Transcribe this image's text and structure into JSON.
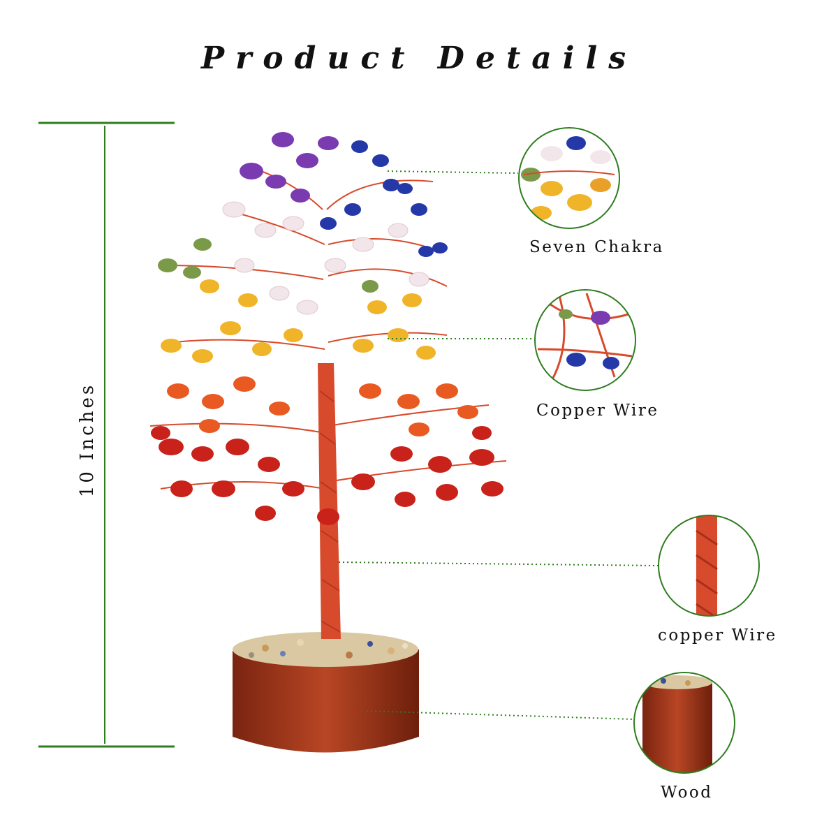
{
  "title": "Product Details",
  "dimension": {
    "label": "10 Inches"
  },
  "callouts": [
    {
      "label": "Seven Chakra"
    },
    {
      "label": "Copper Wire"
    },
    {
      "label": "copper Wire"
    },
    {
      "label": "Wood"
    }
  ],
  "colors": {
    "guide_line": "#2e7d1e",
    "callout_ring": "#2e7d1e",
    "wire": "#d84a2c",
    "wood": "#a8381c"
  }
}
